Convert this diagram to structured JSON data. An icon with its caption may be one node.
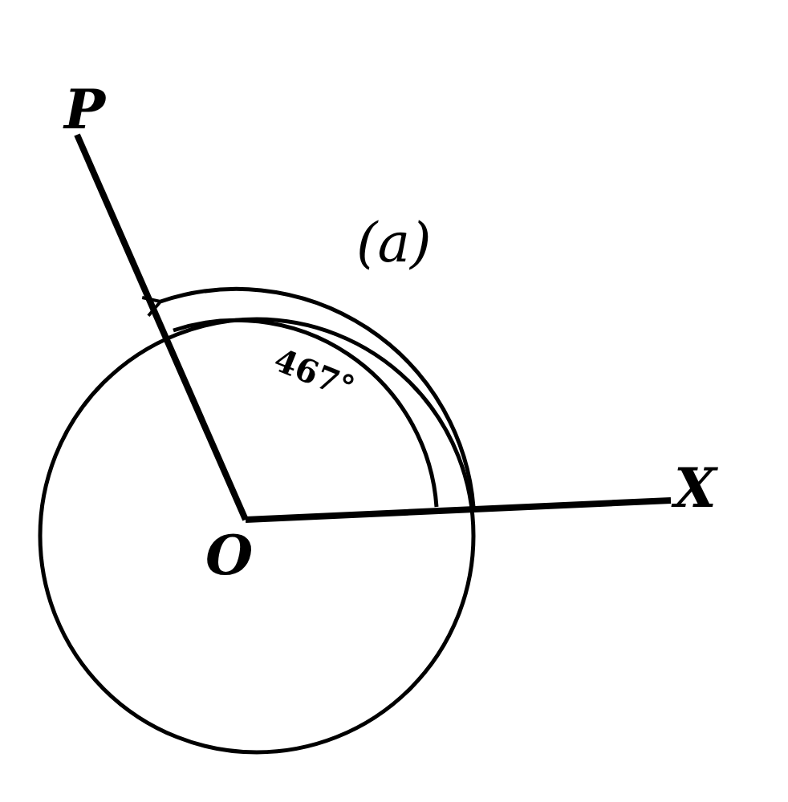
{
  "diagram": {
    "labels": [
      "P",
      "(a)",
      "467°",
      "O",
      "X"
    ]
  }
}
